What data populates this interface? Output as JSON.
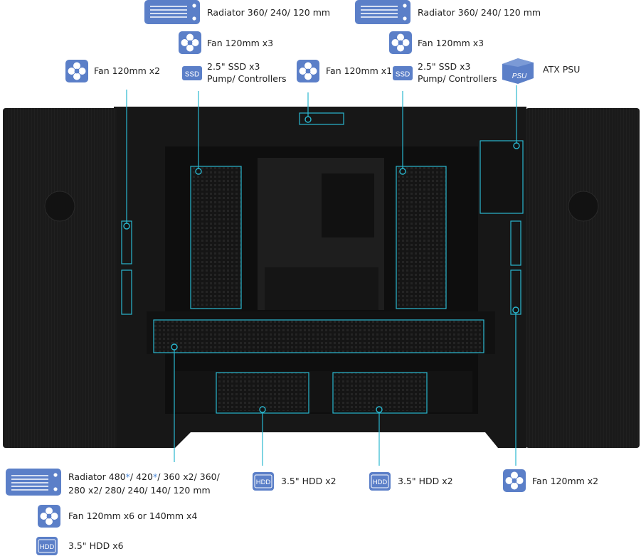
{
  "labels": {
    "top_left_radiator": "Radiator 360/ 240/ 120 mm",
    "top_left_fan": "Fan 120mm x3",
    "top_left_ssd_line1": "2.5\" SSD x3",
    "top_left_ssd_line2": "Pump/ Controllers",
    "left_fan": "Fan 120mm x2",
    "top_center_fan": "Fan 120mm x1",
    "top_right_radiator": "Radiator 360/ 240/ 120 mm",
    "top_right_fan": "Fan 120mm x3",
    "top_right_ssd_line1": "2.5\" SSD x3",
    "top_right_ssd_line2": "Pump/ Controllers",
    "psu": "ATX PSU",
    "bottom_radiator_a": "Radiator 480",
    "bottom_radiator_star": "*",
    "bottom_radiator_b": "/ 420",
    "bottom_radiator_c": "/ 360 x2/ 360/",
    "bottom_radiator_line2": "280 x2/ 280/ 240/ 140/ 120 mm",
    "bottom_fan": "Fan 120mm x6 or 140mm x4",
    "bottom_hdd": "3.5\" HDD x6",
    "hdd_center_left": "3.5\" HDD x2",
    "hdd_center_right": "3.5\" HDD x2",
    "right_fan": "Fan 120mm x2"
  },
  "icon_text": {
    "ssd": "SSD",
    "hdd": "HDD",
    "psu": "PSU"
  },
  "colors": {
    "icon_blue": "#5b7fc8",
    "callout_cyan": "#2ab7cf",
    "case_black": "#141414",
    "star_blue": "#4a88d8"
  }
}
